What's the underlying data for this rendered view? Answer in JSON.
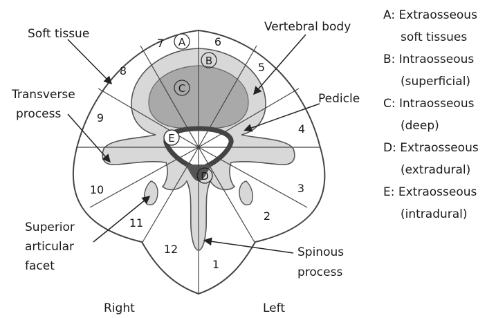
{
  "labels": {
    "soft_tissue": "Soft tissue",
    "vertebral_body": "Vertebral body",
    "transverse_process_1": "Transverse",
    "transverse_process_2": "process",
    "pedicle": "Pedicle",
    "superior_articular_facet_1": "Superior",
    "superior_articular_facet_2": "articular",
    "superior_articular_facet_3": "facet",
    "spinous_process_1": "Spinous",
    "spinous_process_2": "process",
    "right": "Right",
    "left": "Left"
  },
  "sectors": [
    "1",
    "2",
    "3",
    "4",
    "5",
    "6",
    "7",
    "8",
    "9",
    "10",
    "11",
    "12"
  ],
  "zones": [
    "A",
    "B",
    "C",
    "D",
    "E"
  ],
  "legend": [
    {
      "line1": "A: Extraosseous",
      "line2": "soft tissues"
    },
    {
      "line1": "B: Intraosseous",
      "line2": "(superficial)"
    },
    {
      "line1": "C: Intraosseous",
      "line2": "(deep)"
    },
    {
      "line1": "D: Extraosseous",
      "line2": "(extradural)"
    },
    {
      "line1": "E: Extraosseous",
      "line2": "(intradural)"
    }
  ],
  "colors": {
    "outline": "#444444",
    "soft_tissue_fill": "#ffffff",
    "bone_light": "#d8d8d8",
    "bone_deep": "#a9a9a9",
    "dura": "#555555"
  }
}
